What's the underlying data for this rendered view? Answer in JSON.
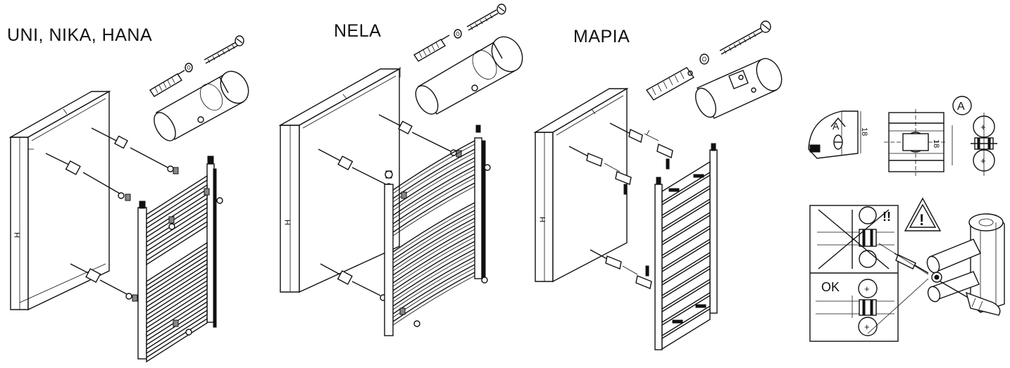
{
  "titles": {
    "group1": "UNI, NIKA, HANA",
    "group2": "NELA",
    "group3": "MAPIA"
  },
  "dimensions": {
    "height_label": "H",
    "bracket_size": "18",
    "detail_marker": "A"
  },
  "annotations": {
    "ok_label": "OK",
    "wrong_mark": "!!",
    "plus_symbol": "+",
    "warning_symbol": "!"
  },
  "icons": [
    "warning-triangle-icon",
    "screwdriver-icon",
    "screw-icon",
    "wall-plug-icon",
    "washer-icon"
  ]
}
